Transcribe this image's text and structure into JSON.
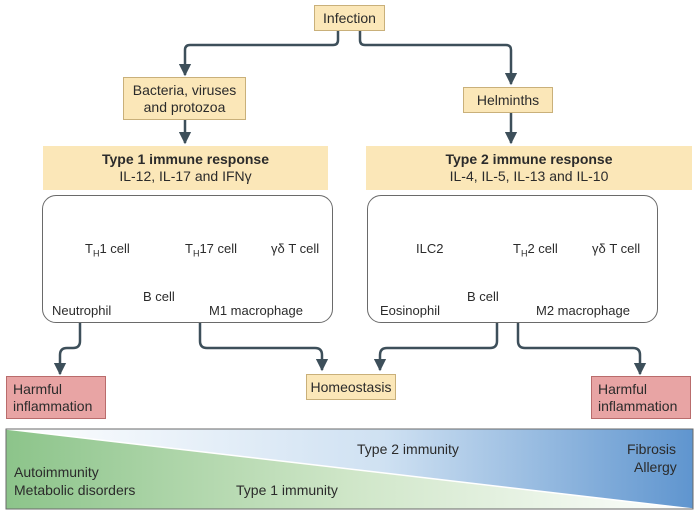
{
  "infection": "Infection",
  "left_trigger": [
    "Bacteria, viruses",
    "and protozoa"
  ],
  "right_trigger": "Helminths",
  "type1": {
    "title": "Type 1 immune response",
    "cytokines": "IL-12, IL-17 and IFNγ"
  },
  "type2": {
    "title": "Type 2 immune response",
    "cytokines": "IL-4, IL-5, IL-13 and IL-10"
  },
  "type1_cells": {
    "th1": {
      "main": "T",
      "sub": "H",
      "rest": "1 cell"
    },
    "th17": {
      "main": "T",
      "sub": "H",
      "rest": "17 cell"
    },
    "gd": "γδ T cell",
    "neutrophil": "Neutrophil",
    "bcell": "B cell",
    "m1": "M1 macrophage"
  },
  "type2_cells": {
    "ilc2": "ILC2",
    "th2": {
      "main": "T",
      "sub": "H",
      "rest": "2 cell"
    },
    "gd": "γδ T cell",
    "eosinophil": "Eosinophil",
    "bcell": "B cell",
    "m2": "M2 macrophage"
  },
  "outcomes": {
    "left": [
      "Harmful",
      "inflammation"
    ],
    "center": "Homeostasis",
    "right": [
      "Harmful",
      "inflammation"
    ]
  },
  "spectrum": {
    "type2_label": "Type 2 immunity",
    "type1_label": "Type 1 immunity",
    "left_conditions": [
      "Autoimmunity",
      "Metabolic disorders"
    ],
    "right_conditions": [
      "Fibrosis",
      "Allergy"
    ]
  },
  "colors": {
    "beige": "#fbe7b8",
    "pink": "#e8a4a4",
    "green": "#8cc48a",
    "blue": "#5f95cf",
    "arrow": "#3d4f5a"
  }
}
